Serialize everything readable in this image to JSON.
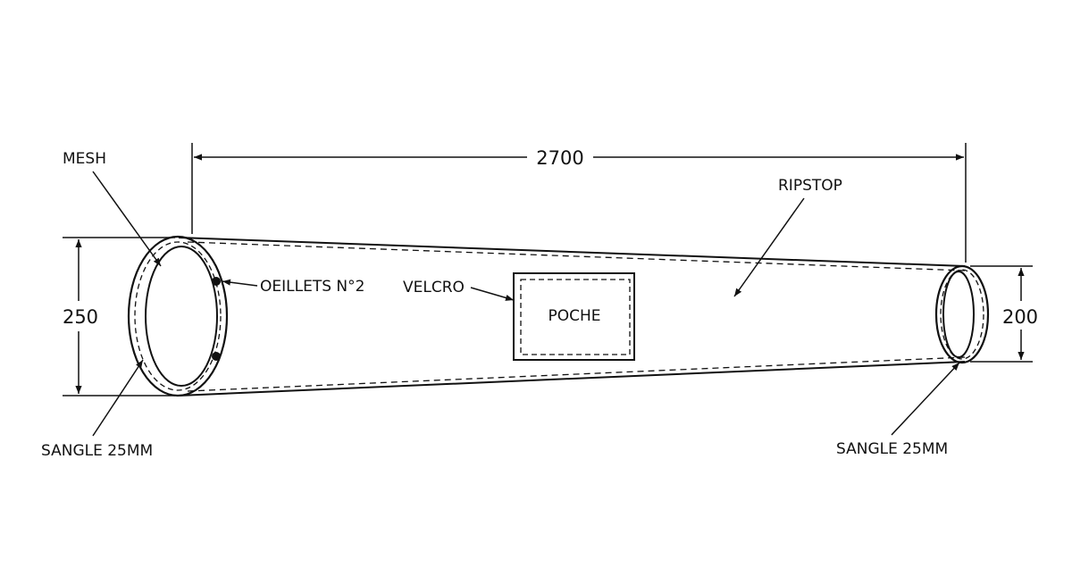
{
  "labels": {
    "mesh": "MESH",
    "ripstop": "RIPSTOP",
    "oeillets": "OEILLETS N°2",
    "velcro": "VELCRO",
    "poche": "POCHE",
    "sangle_left": "SANGLE 25MM",
    "sangle_right": "SANGLE 25MM"
  },
  "dimensions": {
    "length": "2700",
    "diameter_large": "250",
    "diameter_small": "200"
  },
  "colors": {
    "line": "#111111",
    "background": "#ffffff"
  }
}
